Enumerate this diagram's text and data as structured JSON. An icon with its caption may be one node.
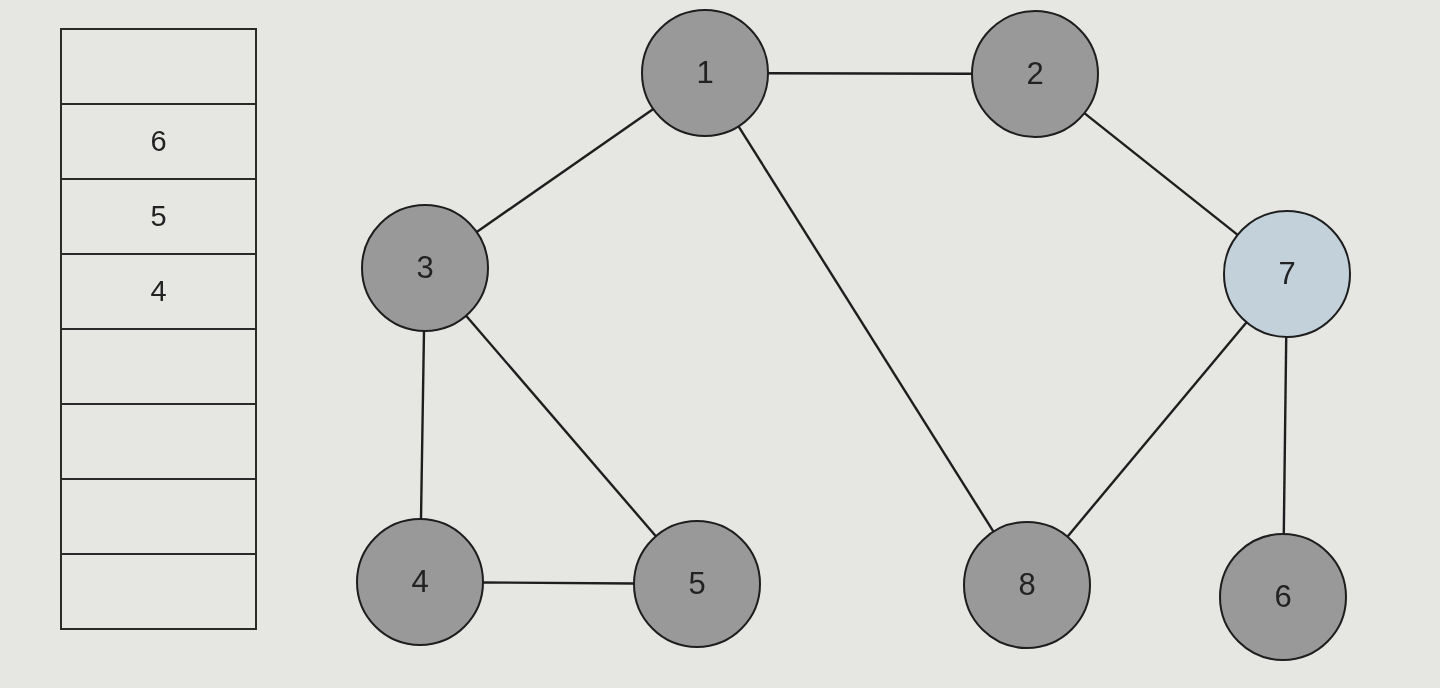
{
  "diagram": {
    "nodes": [
      {
        "text": [],
        "shape": "box"
      },
      {
        "text": [
          "6"
        ]
      },
      {
        "text": [
          "5"
        ]
      },
      {
        "text": [
          "4"
        ]
      },
      {
        "text": [],
        "shape": "box"
      },
      {
        "text": [],
        "shape": "box"
      },
      {
        "text": [],
        "shape": "box"
      },
      {
        "text": [],
        "shape": "box"
      },
      {
        "text": [
          "1"
        ]
      },
      {
        "text": [
          "2"
        ]
      },
      {
        "text": [
          "3"
        ]
      },
      {
        "text": [
          "7"
        ]
      },
      {
        "text": [
          "4"
        ]
      },
      {
        "text": [
          "5"
        ]
      },
      {
        "text": [
          "8"
        ]
      },
      {
        "text": [
          "6"
        ]
      }
    ],
    "edges": [
      {
        "from": 8,
        "to": 9,
        "arrow": "none"
      },
      {
        "from": 8,
        "to": 10,
        "arrow": "none"
      },
      {
        "from": 8,
        "to": 14,
        "arrow": "none"
      },
      {
        "from": 9,
        "to": 11,
        "arrow": "none"
      },
      {
        "from": 10,
        "to": 12,
        "arrow": "none"
      },
      {
        "from": 10,
        "to": 13,
        "arrow": "none"
      },
      {
        "from": 12,
        "to": 13,
        "arrow": "none"
      },
      {
        "from": 11,
        "to": 14,
        "arrow": "none"
      },
      {
        "from": 11,
        "to": 15,
        "arrow": "none"
      }
    ]
  }
}
